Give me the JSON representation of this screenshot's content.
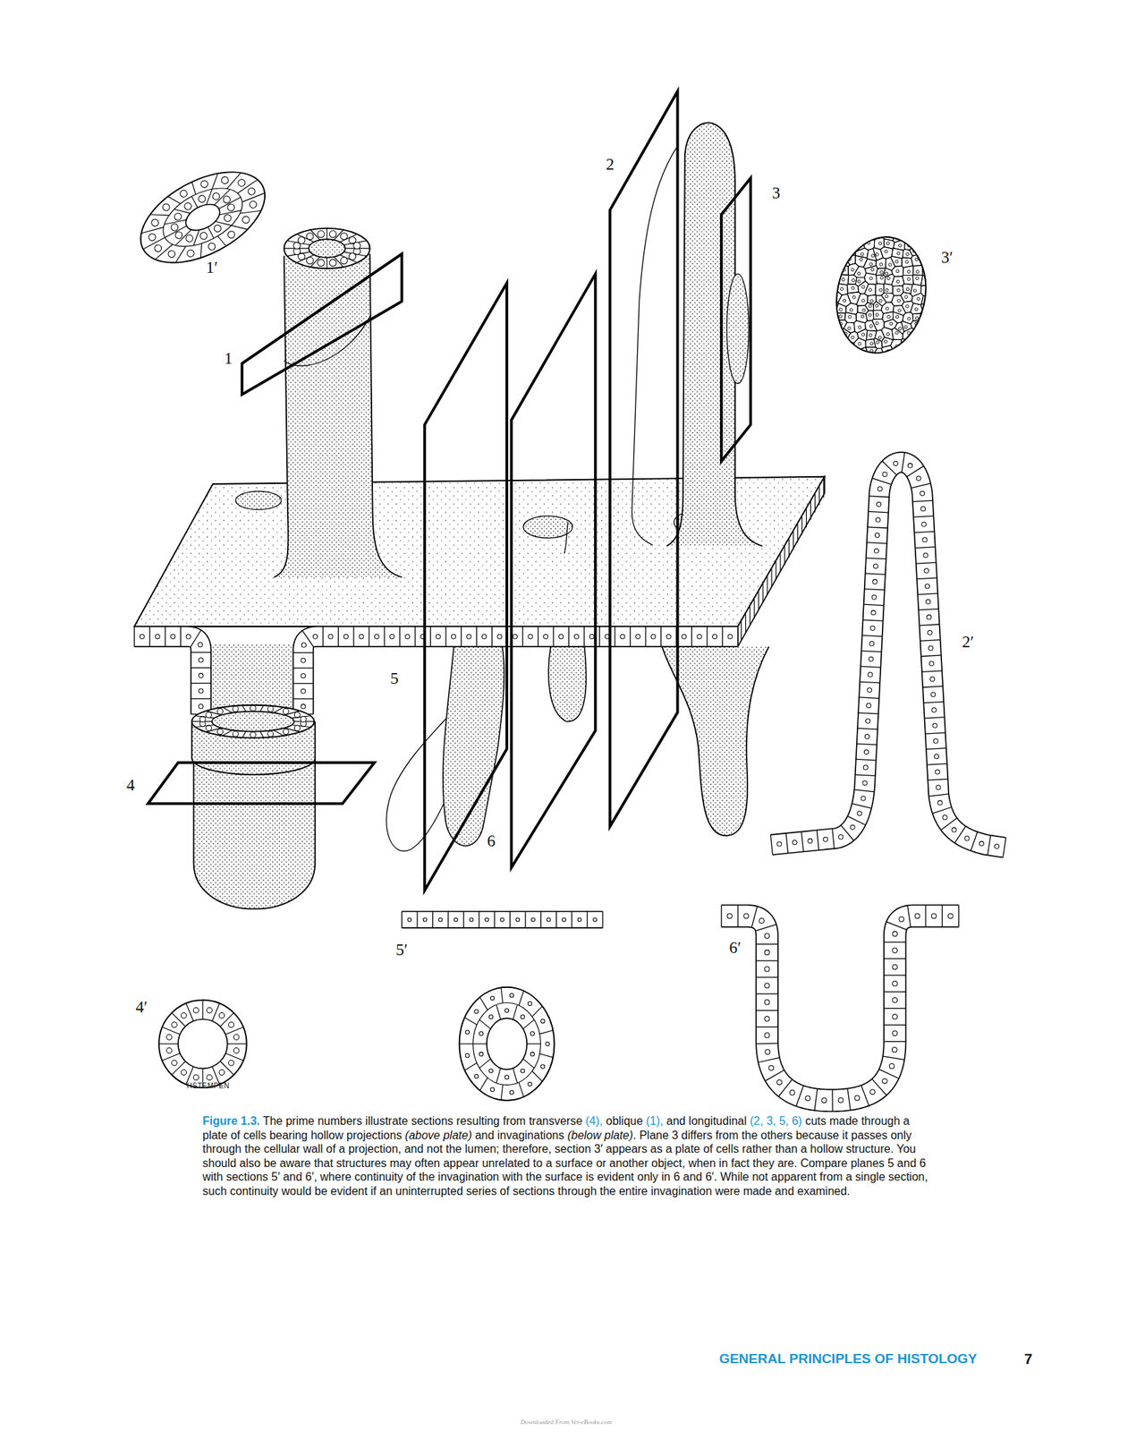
{
  "diagram": {
    "caption": "Figure 1.3. The prime numbers illustrate sections resulting from transverse (4), oblique (1), and longitudinal (2, 3, 5, 6) cuts made through a plate of cells bearing hollow projections (above plate) and invaginations (below plate). Plane 3 differs from the others because it passes only through the cellular wall of a projection, and not the lumen; therefore, section 3′ appears as a plate of cells rather than a hollow structure. You should also be aware that structures may often appear unrelated to a surface or another object, when in fact they are. Compare planes 5 and 6 with sections 5′ and 6′, where continuity of the invagination with the surface is evident only in 6 and 6′. While not apparent from a single section, such continuity would be evident if an uninterrupted series of sections through the entire invagination were made and examined.",
    "labels": [
      "1′",
      "1",
      "2",
      "3",
      "3′",
      "2′",
      "4",
      "5",
      "6",
      "5′",
      "6′",
      "4′",
      "HSTEMPEN",
      "GENERAL PRINCIPLES OF HISTOLOGY",
      "7",
      "Downloaded From Vet-eBooks.com"
    ]
  }
}
